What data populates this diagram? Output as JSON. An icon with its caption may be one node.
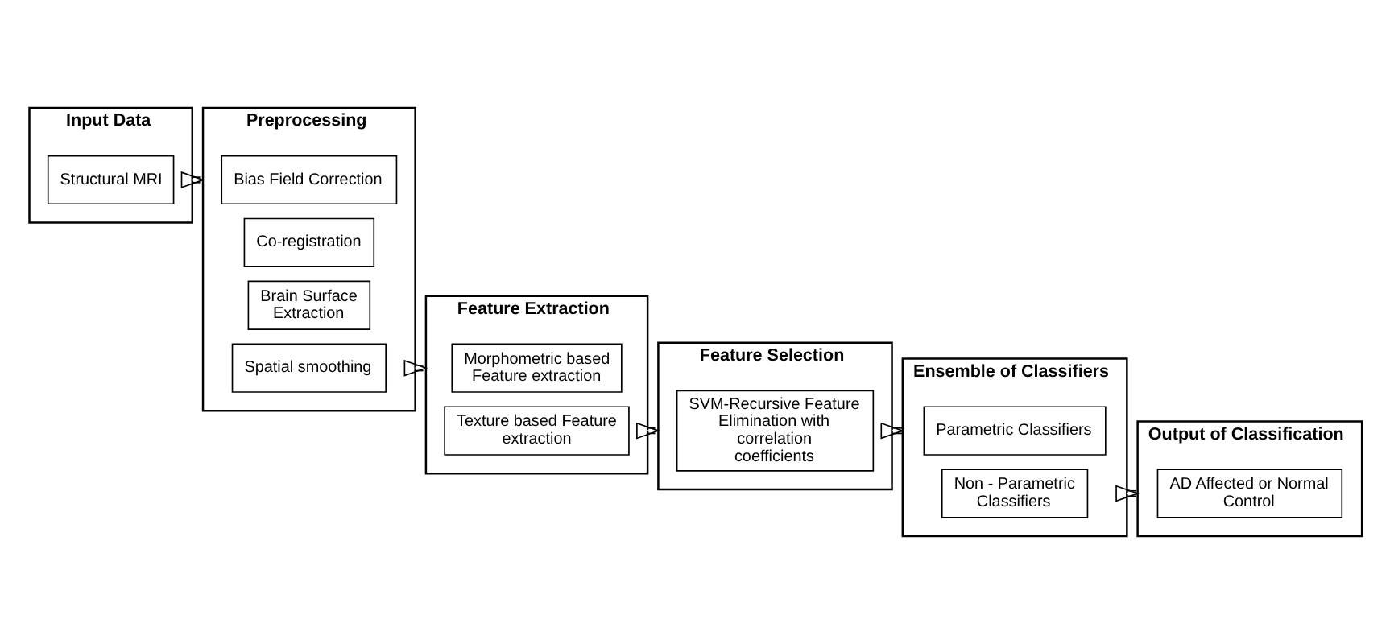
{
  "diagram": {
    "nodes": [
      {
        "text": [
          "Input Data"
        ]
      },
      {
        "text": [
          "Structural MRI"
        ],
        "in": 0
      },
      {
        "text": [
          "Preprocessing"
        ]
      },
      {
        "text": [
          "Bias Field Correction"
        ],
        "in": 2
      },
      {
        "text": [
          "Co-registration"
        ],
        "in": 2
      },
      {
        "text": [
          "Brain Surface Extraction"
        ],
        "in": 2
      },
      {
        "text": [
          "Spatial smoothing"
        ],
        "in": 2
      },
      {
        "text": [
          "Feature Extraction"
        ]
      },
      {
        "text": [
          "Morphometric based Feature extraction"
        ],
        "in": 7
      },
      {
        "text": [
          "Texture based Feature extraction"
        ],
        "in": 7
      },
      {
        "text": [
          "Feature Selection"
        ]
      },
      {
        "text": [
          "SVM-Recursive Feature Elimination with correlation coefficients"
        ],
        "in": 10
      },
      {
        "text": [
          "Ensemble of Classifiers"
        ]
      },
      {
        "text": [
          "Parametric Classifiers"
        ],
        "in": 12
      },
      {
        "text": [
          "Non - Parametric Classifiers"
        ],
        "in": 12
      },
      {
        "text": [
          "Output of Classification"
        ]
      },
      {
        "text": [
          "AD Affected or Normal Control"
        ],
        "in": 15
      }
    ],
    "edges": [
      {
        "from": 0,
        "to": 2,
        "arrow": "to"
      },
      {
        "from": 2,
        "to": 7,
        "arrow": "to"
      },
      {
        "from": 7,
        "to": 10,
        "arrow": "to"
      },
      {
        "from": 10,
        "to": 12,
        "arrow": "to"
      },
      {
        "from": 12,
        "to": 15,
        "arrow": "to"
      }
    ]
  }
}
